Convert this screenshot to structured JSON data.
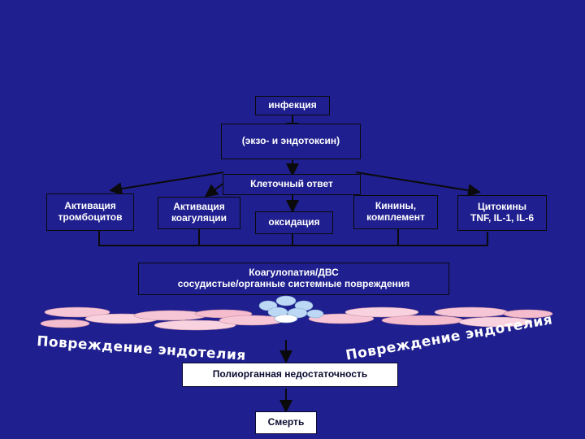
{
  "nodes": {
    "infection": "инфекция",
    "toxins": "(экзо- и эндотоксин)",
    "cell_response": "Клеточный ответ",
    "platelets": "Активация\nтромбоцитов",
    "coagulation": "Активация\nкоагуляции",
    "oxidation": "оксидация",
    "kinins": "Кинины,\nкомплемент",
    "cytokines": "Цитокины\nTNF, IL-1, IL-6",
    "coagulopathy_line1": "Коагулопатия/ДВС",
    "coagulopathy_line2": "сосудистые/органные системные повреждения",
    "multiorgan": "Полиорганная недостаточность",
    "death": "Смерть"
  },
  "endothelium_left": "Повреждение эндотелия",
  "endothelium_right": "Повреждение эндотелия",
  "colors": {
    "background": "#1f1f8f",
    "cell_pink": "#f7c6d6",
    "cell_blue": "#bcd8f5"
  }
}
